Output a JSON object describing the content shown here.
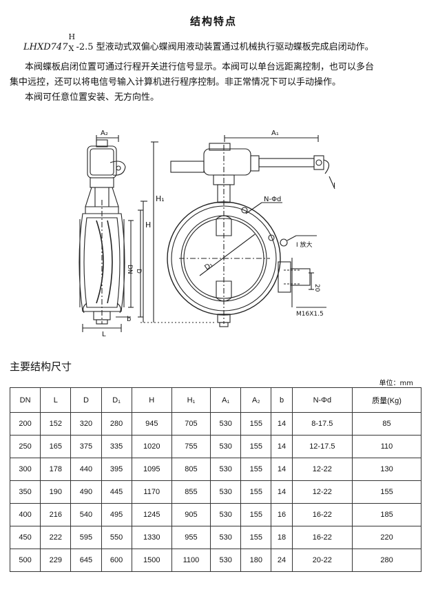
{
  "title": "结构特点",
  "paragraphs": {
    "model_prefix": "LHXD747",
    "model_sup": "H",
    "model_sub": "X",
    "line1_rest": "-2.5 型液动式双偏心蝶阀用液动装置通过机械执行驱动蝶板完成启闭动作。",
    "line2": "本阀蝶板启闭位置可通过行程开关进行信号显示。本阀可以单台远距离控制，也可以多台",
    "line3": "集中远控，还可以将电信号输入计算机进行程序控制。非正常情况下可以手动操作。",
    "line4": "本阀可任意位置安装、无方向性。"
  },
  "drawing": {
    "labels": {
      "a2": "A₂",
      "a1": "A₁",
      "h": "H",
      "h1": "H₁",
      "dn": "DN",
      "d": "D",
      "d1": "D₁",
      "b": "b",
      "l": "L",
      "n_phi_d": "N-Φd",
      "i": "I",
      "i_scale": "I 放大",
      "dim20": "20",
      "bolt": "M16X1.5"
    }
  },
  "section_title": "主要结构尺寸",
  "unit": "单位：mm",
  "table": {
    "headers": [
      "DN",
      "L",
      "D",
      "D₁",
      "H",
      "H₁",
      "A₁",
      "A₂",
      "b",
      "N-Φd",
      "质量(Kg)"
    ],
    "rows": [
      [
        "200",
        "152",
        "320",
        "280",
        "945",
        "705",
        "530",
        "155",
        "14",
        "8-17.5",
        "85"
      ],
      [
        "250",
        "165",
        "375",
        "335",
        "1020",
        "755",
        "530",
        "155",
        "14",
        "12-17.5",
        "110"
      ],
      [
        "300",
        "178",
        "440",
        "395",
        "1095",
        "805",
        "530",
        "155",
        "14",
        "12-22",
        "130"
      ],
      [
        "350",
        "190",
        "490",
        "445",
        "1170",
        "855",
        "530",
        "155",
        "14",
        "12-22",
        "155"
      ],
      [
        "400",
        "216",
        "540",
        "495",
        "1245",
        "905",
        "530",
        "155",
        "16",
        "16-22",
        "185"
      ],
      [
        "450",
        "222",
        "595",
        "550",
        "1330",
        "955",
        "530",
        "155",
        "18",
        "16-22",
        "220"
      ],
      [
        "500",
        "229",
        "645",
        "600",
        "1500",
        "1100",
        "530",
        "180",
        "24",
        "20-22",
        "280"
      ]
    ]
  }
}
